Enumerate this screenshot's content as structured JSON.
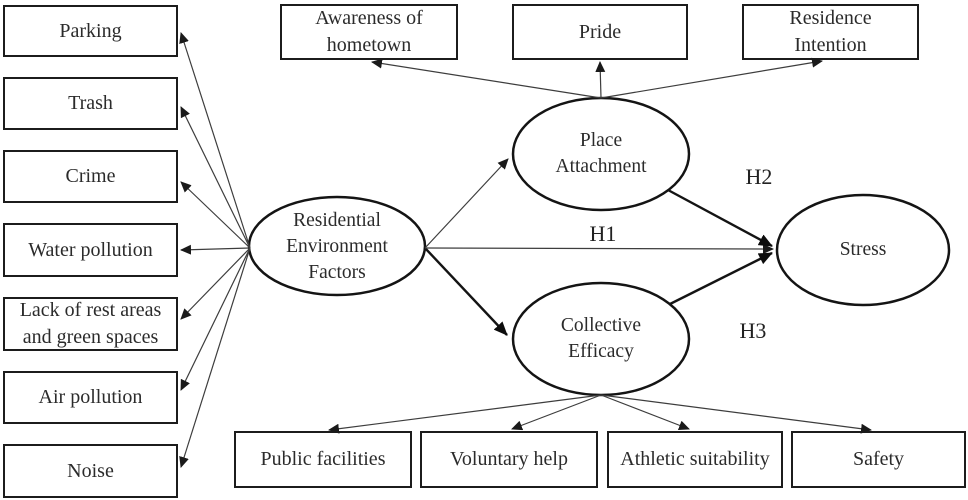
{
  "figure": {
    "left_indicators": [
      "Parking",
      "Trash",
      "Crime",
      "Water pollution",
      "Lack of rest areas and green spaces",
      "Air pollution",
      "Noise"
    ],
    "top_indicators": [
      "Awareness of hometown",
      "Pride",
      "Residence Intention"
    ],
    "bottom_indicators": [
      "Public facilities",
      "Voluntary help",
      "Athletic suitability",
      "Safety"
    ],
    "latent_variables": {
      "residential": "Residential Environment Factors",
      "place_attachment": "Place Attachment",
      "collective_efficacy": "Collective Efficacy",
      "stress": "Stress"
    },
    "hypothesis_labels": {
      "h1": "H1",
      "h2": "H2",
      "h3": "H3"
    },
    "colors": {
      "background": "#ffffff",
      "border": "#1c1c1c",
      "thin_line": "#3d3d3d",
      "thick_line": "#141414",
      "text": "#2b2b2b"
    }
  }
}
